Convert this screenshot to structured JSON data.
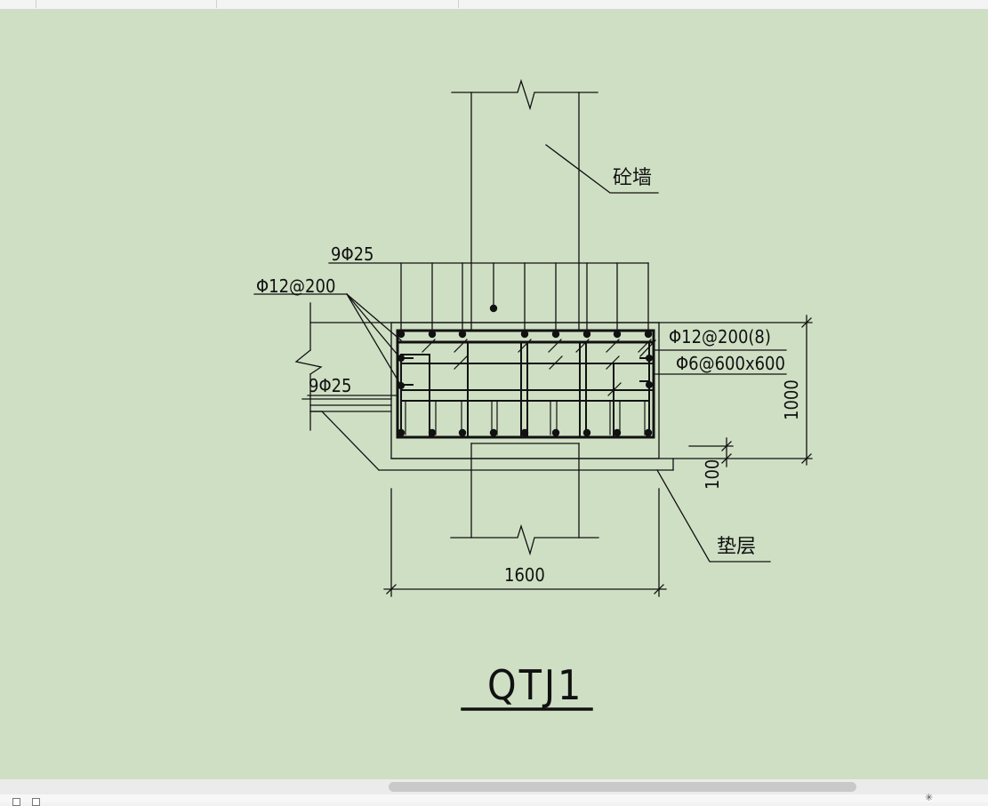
{
  "colors": {
    "background": "#cfdfc4",
    "ink": "#111111"
  },
  "drawing": {
    "title": "QTJ1",
    "labels": {
      "wall": "砼墙",
      "cushion": "垫层",
      "top_bars": "9Φ25",
      "bottom_bars": "9Φ25",
      "left_stirrup": "Φ12@200",
      "right_stirrup": "Φ12@200(8)",
      "tie_bars": "Φ6@600x600",
      "dim_height": "1000",
      "dim_cushion": "100",
      "dim_width": "1600"
    }
  },
  "statusbar": {
    "icon_names": [
      "square-icon",
      "square-icon",
      "star-icon"
    ]
  }
}
